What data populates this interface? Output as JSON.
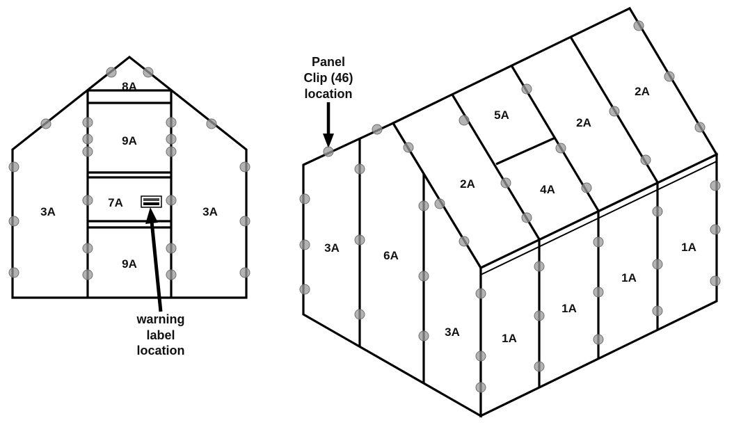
{
  "front_view": {
    "panels": {
      "left": "3A",
      "top": "8A",
      "door_upper": "9A",
      "door_middle": "7A",
      "door_lower": "9A",
      "right": "3A"
    },
    "callout": [
      "warning",
      "label",
      "location"
    ]
  },
  "iso_view": {
    "callout": [
      "Panel",
      "Clip (46)",
      "location"
    ],
    "panels": {
      "gable_left": "3A",
      "gable_center": "6A",
      "gable_right": "3A",
      "roof_lower_1": "2A",
      "roof_upper_center": "5A",
      "roof_lower_center": "4A",
      "roof_upper_2": "2A",
      "roof_upper_3": "2A",
      "side_1": "1A",
      "side_2": "1A",
      "side_3": "1A",
      "side_4": "1A"
    }
  },
  "colors": {
    "line": "#000000",
    "clip": "#9a9a9a",
    "background": "#ffffff"
  }
}
